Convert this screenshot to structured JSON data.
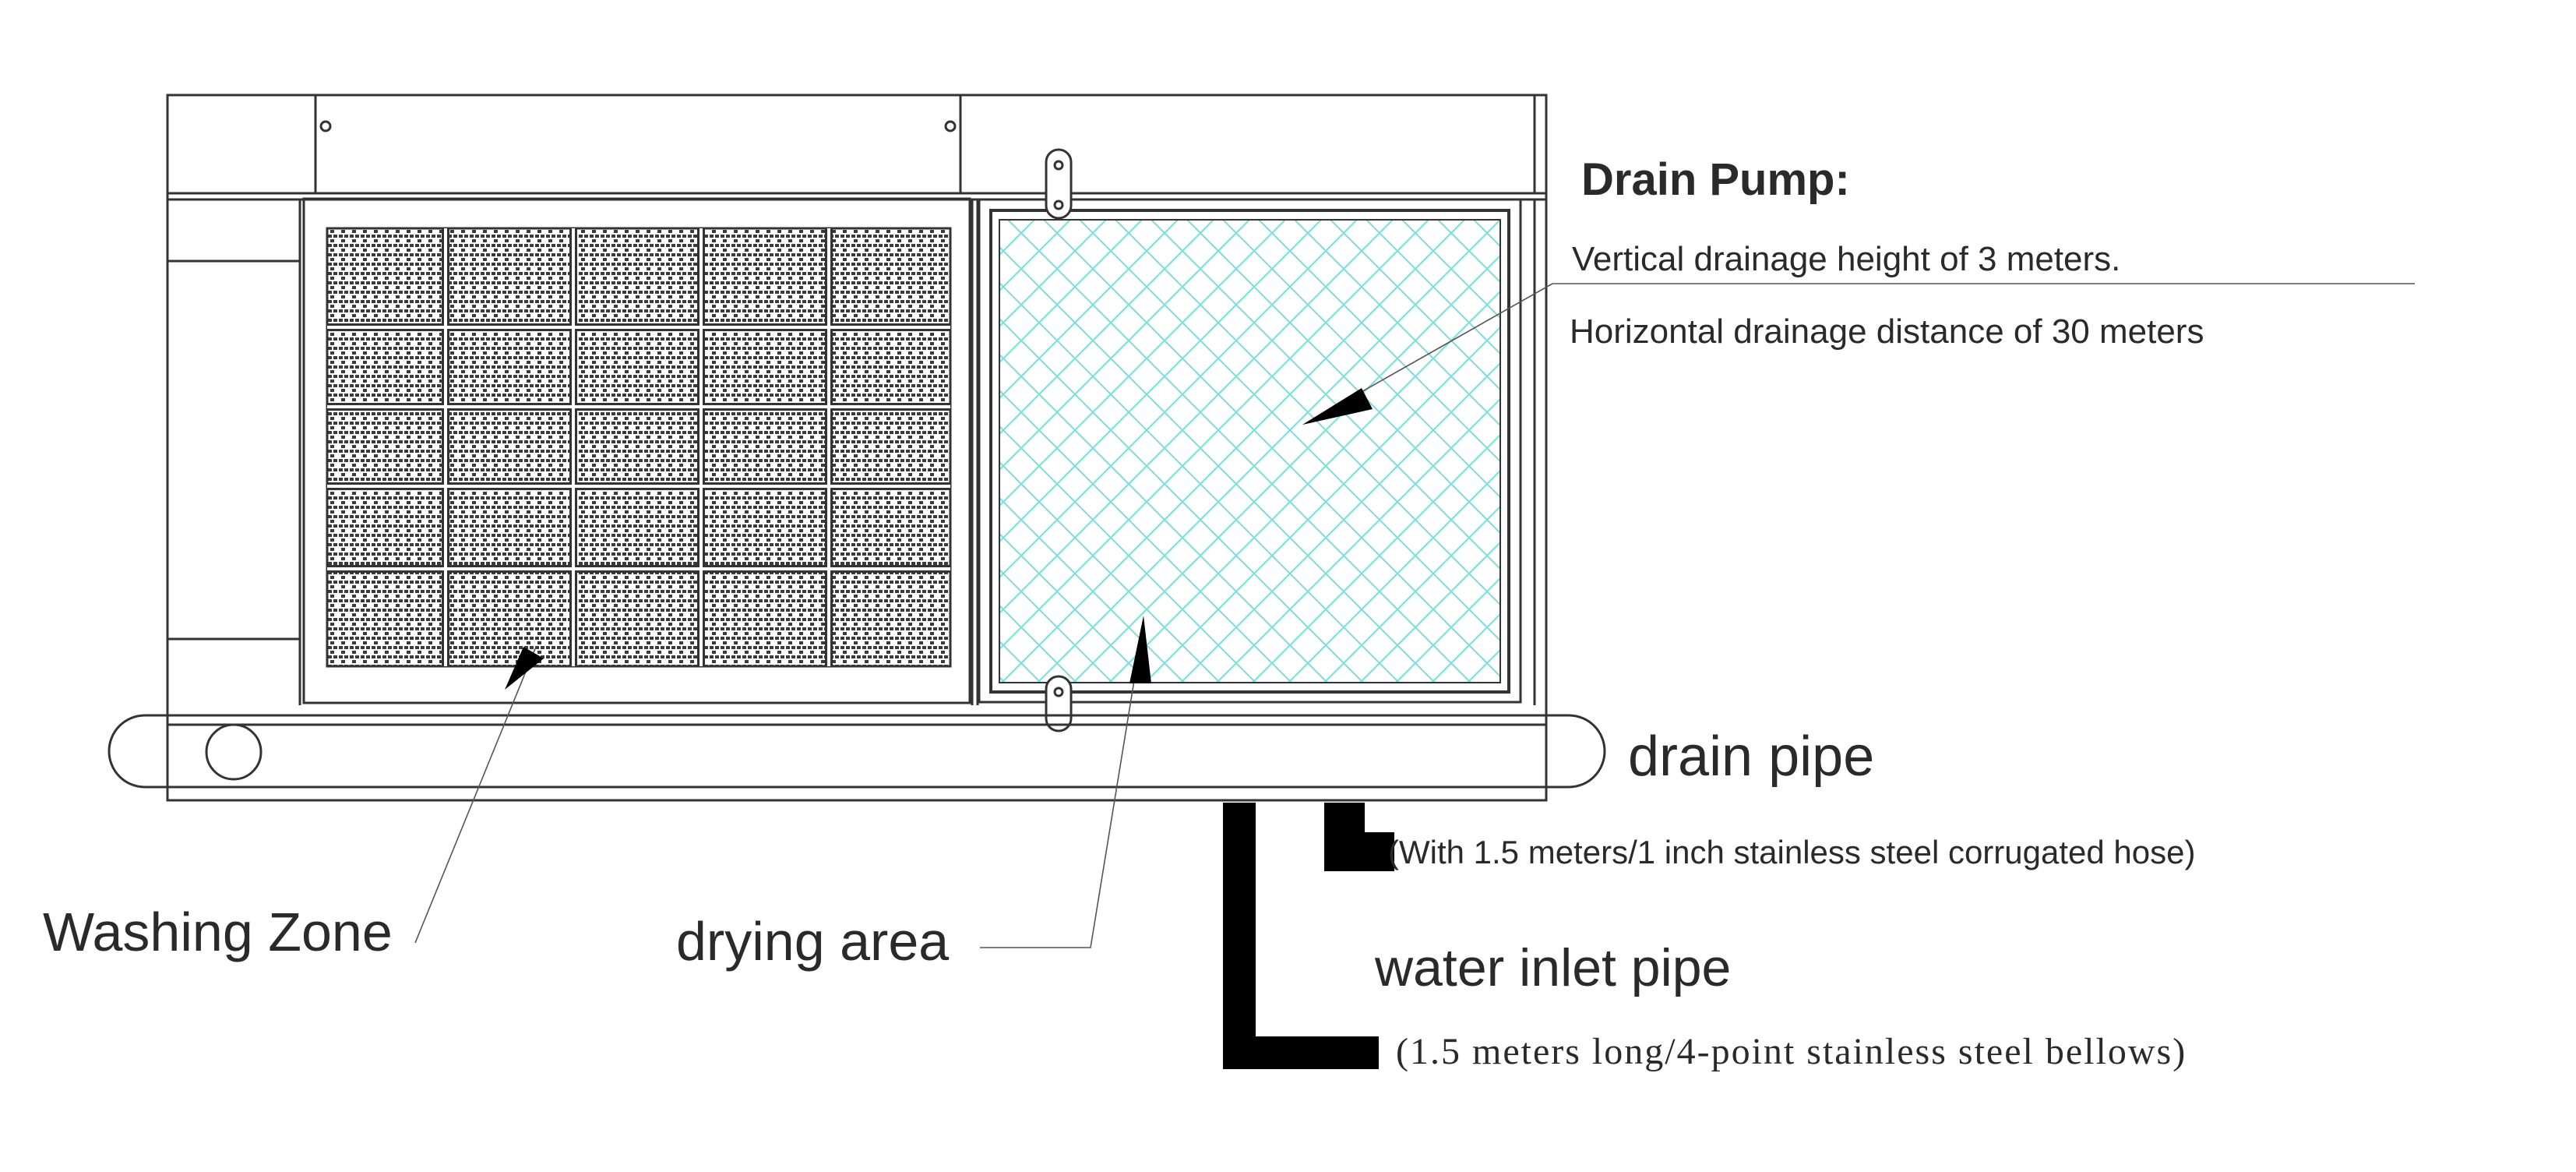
{
  "drain_pump": {
    "title": "Drain Pump:",
    "line1": "Vertical drainage height of 3 meters.",
    "line2": "Horizontal drainage distance of 30 meters"
  },
  "drain_pipe": {
    "label": "drain pipe",
    "note": "(With 1.5 meters/1 inch stainless steel corrugated hose)"
  },
  "water_inlet_pipe": {
    "label": "water inlet pipe",
    "note": "(1.5 meters long/4-point stainless steel bellows)"
  },
  "zones": {
    "washing": "Washing Zone",
    "drying": "drying area"
  },
  "colors": {
    "line": "#333333",
    "grid": "#7fe0dc",
    "fill_black": "#000000"
  }
}
